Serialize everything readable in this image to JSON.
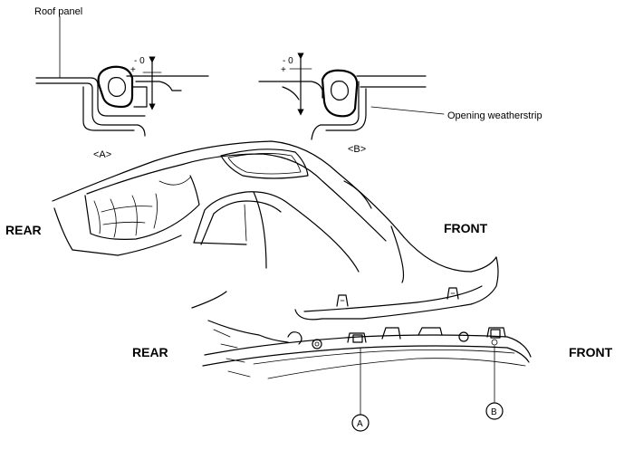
{
  "labels": {
    "roof_panel": "Roof panel",
    "opening_weatherstrip": "Opening weatherstrip",
    "detail_a": "<A>",
    "detail_b": "<B>",
    "rear_top": "REAR",
    "front_top": "FRONT",
    "rear_bottom": "REAR",
    "front_bottom": "FRONT",
    "callout_a": "A",
    "callout_b": "B",
    "minus_zero_a": "- 0",
    "plus_a": "+",
    "minus_zero_b": "- 0",
    "plus_b": "+"
  }
}
